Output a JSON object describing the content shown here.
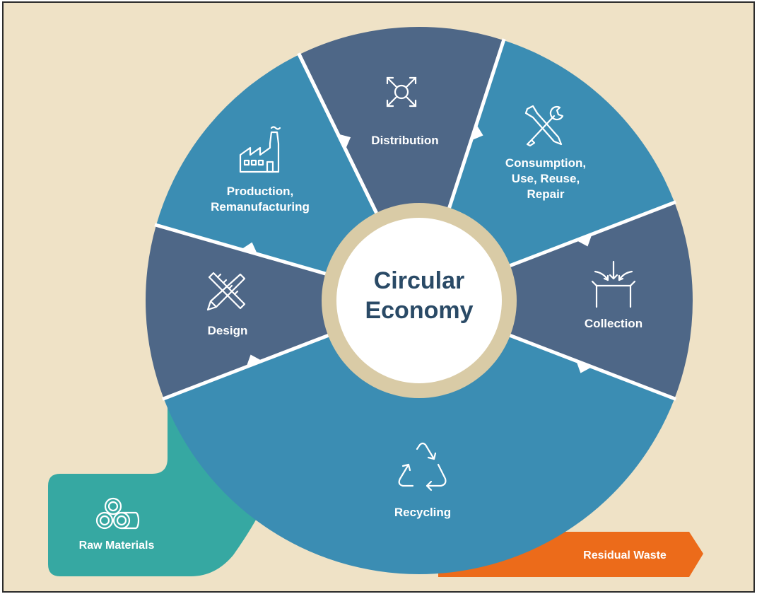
{
  "center": {
    "line1": "Circular",
    "line2": "Economy"
  },
  "segments": [
    {
      "id": "distribution",
      "lines": [
        "Distribution"
      ],
      "icon": "arrows-expand-icon"
    },
    {
      "id": "consumption",
      "lines": [
        "Consumption,",
        "Use, Reuse,",
        "Repair"
      ],
      "icon": "wrench-screwdriver-icon"
    },
    {
      "id": "collection",
      "lines": [
        "Collection"
      ],
      "icon": "collection-arrows-icon"
    },
    {
      "id": "recycling",
      "lines": [
        "Recycling"
      ],
      "icon": "recycle-icon"
    },
    {
      "id": "design",
      "lines": [
        "Design"
      ],
      "icon": "pencil-ruler-icon"
    },
    {
      "id": "production",
      "lines": [
        "Production,",
        "Remanufacturing"
      ],
      "icon": "factory-icon"
    }
  ],
  "inputs": {
    "raw_materials": "Raw Materials",
    "raw_icon": "logs-icon"
  },
  "outputs": {
    "residual_waste": "Residual Waste"
  },
  "colors": {
    "background": "#efe2c6",
    "frame": "#2b2b2b",
    "dark_segment": "#4e6787",
    "light_segment": "#3b8db3",
    "ring": "#d9cba6",
    "center_fill": "#ffffff",
    "center_text": "#2a4a66",
    "raw_materials": "#36a8a2",
    "residual_waste": "#ec6b1a",
    "divider": "#ffffff"
  }
}
